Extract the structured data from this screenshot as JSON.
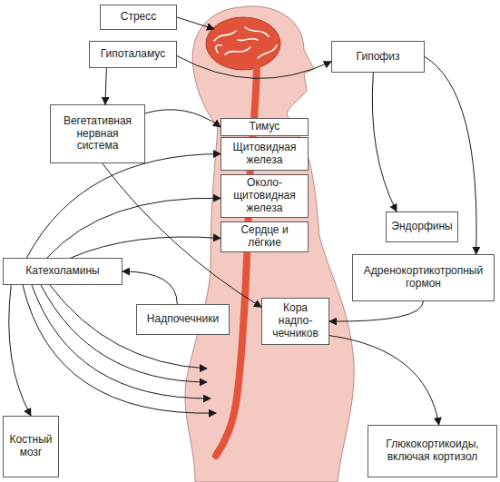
{
  "diagram": {
    "nodes": [
      {
        "text": [
          "Стресс"
        ]
      },
      {
        "text": [
          "Гипоталамус"
        ]
      },
      {
        "text": [
          "Гипофиз"
        ]
      },
      {
        "text": [
          "Вегетативная нервная система"
        ]
      },
      {
        "text": [
          "Тимус"
        ]
      },
      {
        "text": [
          "Щитовидная железа"
        ]
      },
      {
        "text": [
          "Около- щитовидная железа"
        ]
      },
      {
        "text": [
          "Сердце и лёгкие"
        ]
      },
      {
        "text": [
          "Эндорфины"
        ]
      },
      {
        "text": [
          "Катехоламины"
        ]
      },
      {
        "text": [
          "Адренокортикотропный гормон"
        ]
      },
      {
        "text": [
          "Надпочечники"
        ]
      },
      {
        "text": [
          "Кора надпо- чечников"
        ]
      },
      {
        "text": [
          "Костный мозг"
        ]
      },
      {
        "text": [
          "Глюкокортикоиды, включая кортизол"
        ]
      }
    ],
    "edges": [
      {
        "from": 1,
        "to": 3,
        "arrow": "to"
      },
      {
        "from": 1,
        "to": 2,
        "arrow": "to"
      },
      {
        "from": 2,
        "to": 8,
        "arrow": "to"
      },
      {
        "from": 2,
        "to": 10,
        "arrow": "to"
      },
      {
        "from": 3,
        "to": 4,
        "arrow": "to"
      },
      {
        "from": 3,
        "to": 12,
        "arrow": "to"
      },
      {
        "from": 9,
        "to": 5,
        "arrow": "to"
      },
      {
        "from": 9,
        "to": 6,
        "arrow": "to"
      },
      {
        "from": 9,
        "to": 7,
        "arrow": "to"
      },
      {
        "from": 11,
        "to": 9,
        "arrow": "to"
      },
      {
        "from": 9,
        "to": 13,
        "arrow": "to"
      },
      {
        "from": 10,
        "to": 12,
        "arrow": "to"
      },
      {
        "from": 12,
        "to": 14,
        "arrow": "to"
      }
    ]
  }
}
